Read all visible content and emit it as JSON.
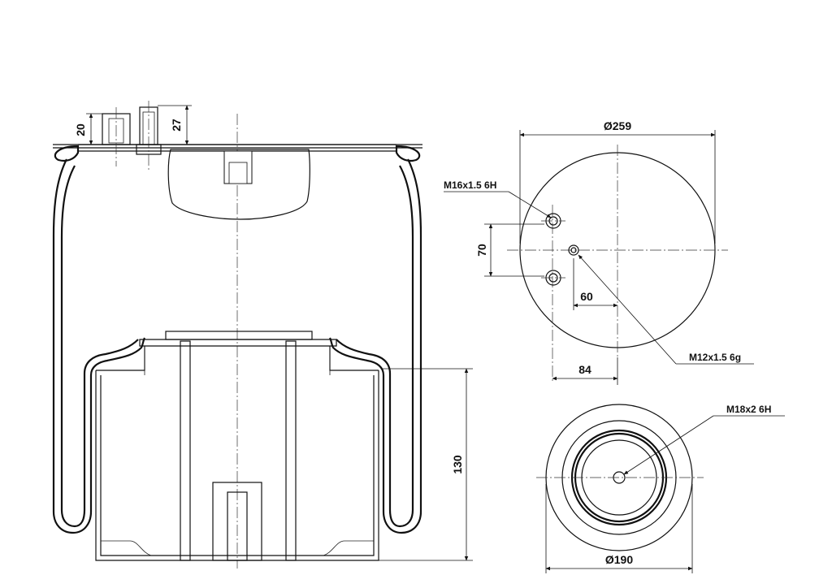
{
  "side_view": {
    "dim_stud_height_left": "20",
    "dim_stud_height_right": "27",
    "dim_piston_height": "130"
  },
  "top_view": {
    "dim_diameter": "Ø259",
    "thread_upper_stud": "M16x1.5 6H",
    "dim_vertical_spacing": "70",
    "dim_offset_small": "60",
    "dim_offset_large": "84",
    "thread_center_hole": "M12x1.5 6g"
  },
  "bottom_view": {
    "thread_center": "M18x2 6H",
    "dim_diameter": "Ø190"
  }
}
